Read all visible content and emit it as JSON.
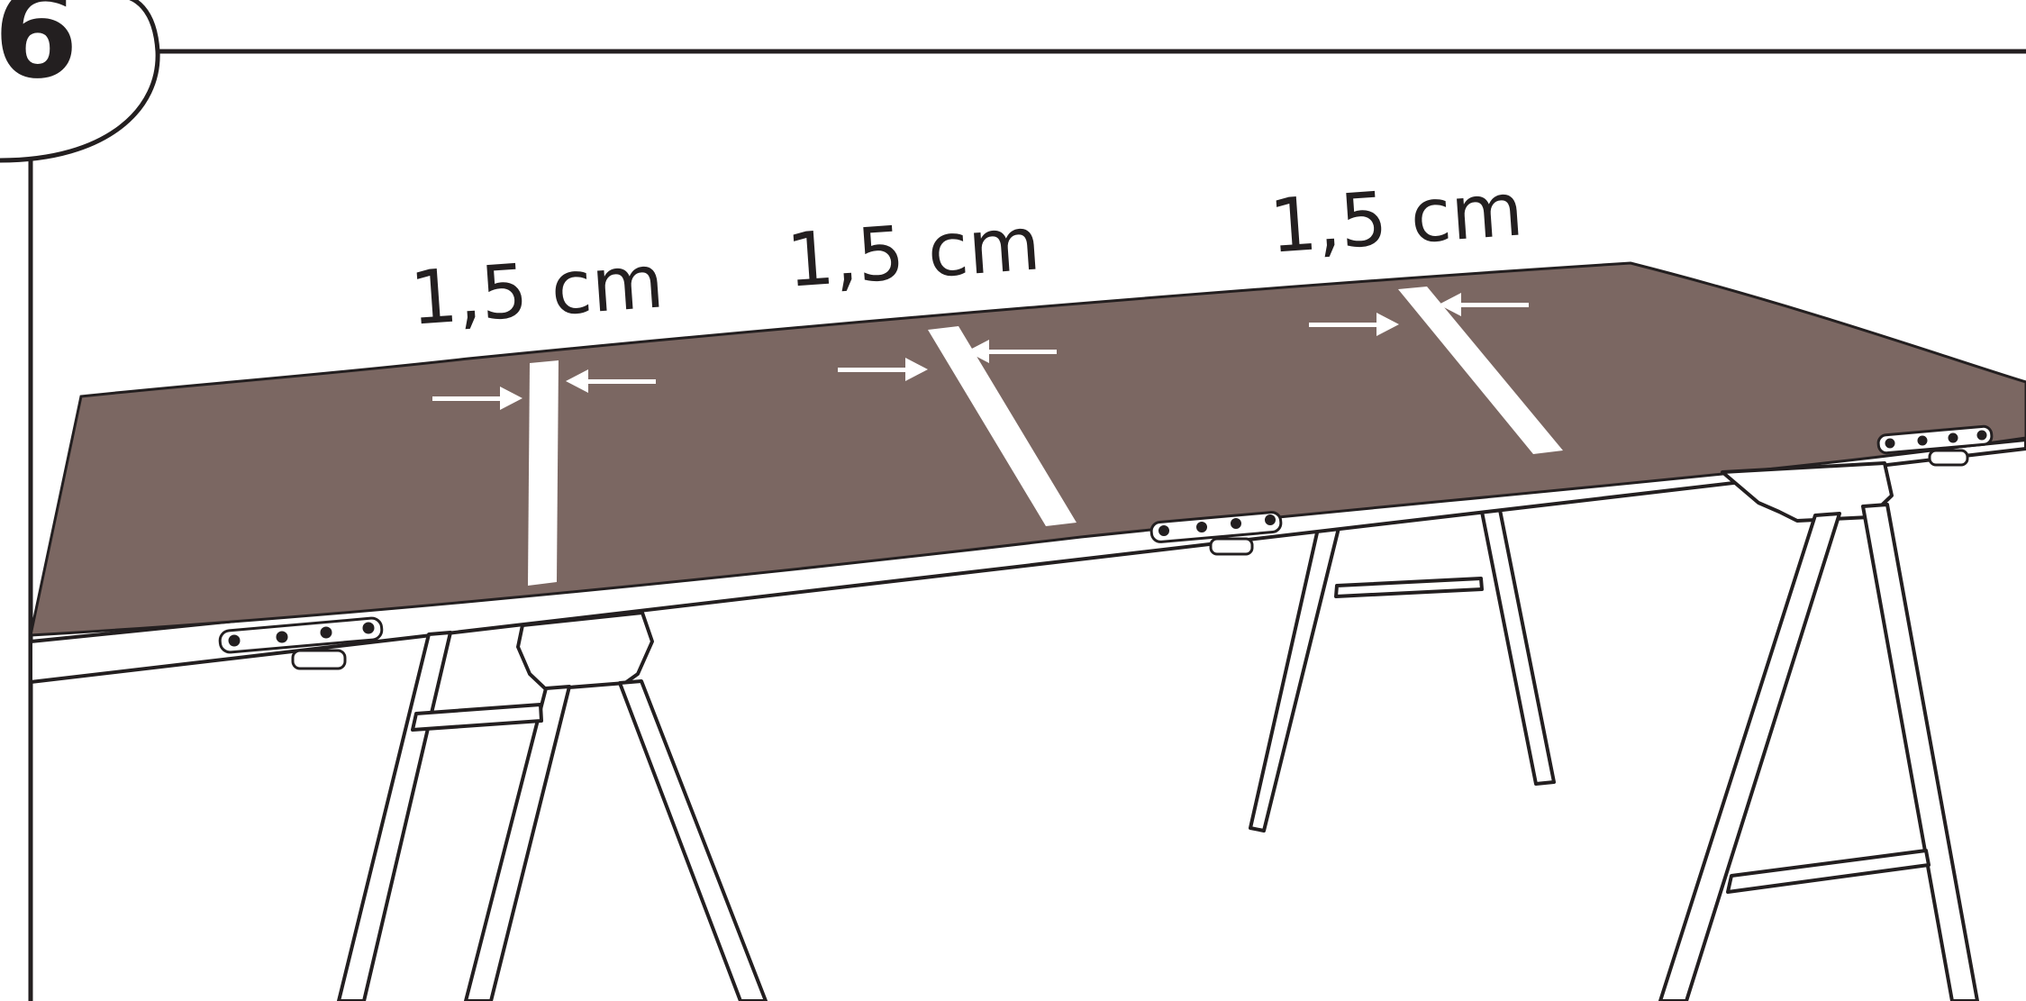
{
  "step": {
    "number": "6"
  },
  "gap_labels": [
    {
      "id": "gap-1",
      "text": "1,5 cm"
    },
    {
      "id": "gap-2",
      "text": "1,5 cm"
    },
    {
      "id": "gap-3",
      "text": "1,5 cm"
    }
  ],
  "colors": {
    "panel": "#7b6762",
    "line": "#231f20",
    "background": "#ffffff",
    "arrow": "#ffffff"
  }
}
